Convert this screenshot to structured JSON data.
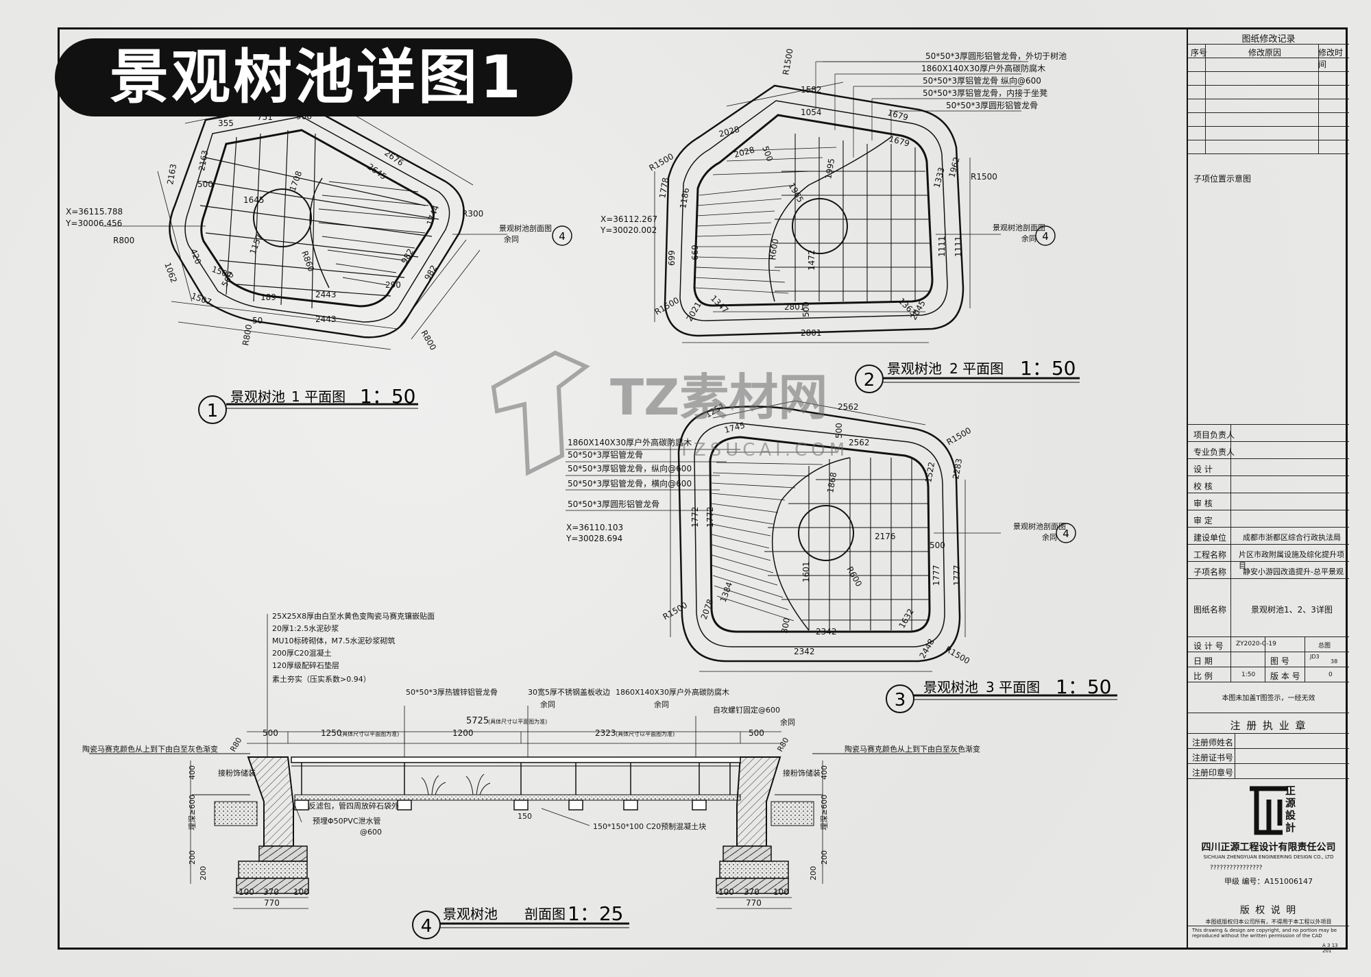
{
  "title": "景观树池详图1",
  "plans": [
    {
      "num": "1",
      "label": "景观树池",
      "sub": "1 平面图",
      "scale": "1：50",
      "coord_x": "X=36115.788",
      "coord_y": "Y=30006.456",
      "dims": [
        "355",
        "751",
        "966",
        "2163",
        "2163",
        "2676",
        "2645",
        "500",
        "1645",
        "1708",
        "1157",
        "R860",
        "R300",
        "420",
        "1062",
        "1507",
        "1507",
        "500",
        "189",
        "2443",
        "2443",
        "290",
        "982",
        "982",
        "50",
        "R800",
        "R800",
        "R800",
        "1744"
      ]
    },
    {
      "num": "2",
      "label": "景观树池",
      "sub": "2 平面图",
      "scale": "1：50",
      "coord_x": "X=36112.267",
      "coord_y": "Y=30020.002",
      "dims": [
        "R1500",
        "1582",
        "1054",
        "2028",
        "2028",
        "1679",
        "1679",
        "500",
        "1965",
        "1995",
        "R1500",
        "1778",
        "1186",
        "699",
        "669",
        "R600",
        "1472",
        "1347",
        "2801",
        "2801",
        "2021",
        "500",
        "1363",
        "2045",
        "1111",
        "1111",
        "1333",
        "1962",
        "R1500",
        "R1500"
      ]
    },
    {
      "num": "3",
      "label": "景观树池",
      "sub": "3 平面图",
      "scale": "1：50",
      "coord_x": "X=36110.103",
      "coord_y": "Y=30028.694",
      "dims": [
        "1251",
        "1745",
        "2562",
        "2562",
        "500",
        "R1500",
        "1522",
        "2283",
        "1772",
        "1772",
        "1868",
        "2176",
        "500",
        "R600",
        "1777",
        "1777",
        "1601",
        "R1500",
        "2078",
        "1384",
        "300",
        "2342",
        "2342",
        "1632",
        "2448",
        "R1500"
      ]
    }
  ],
  "section": {
    "num": "4",
    "label": "景观树池",
    "sub": "剖面图",
    "scale": "1：25"
  },
  "callouts_plan2": [
    "50*50*3厚圆形铝管龙骨，外切于树池",
    "1860X140X30厚户外高碳防腐木",
    "50*50*3厚铝管龙骨 纵向@600",
    "50*50*3厚铝管龙骨，内接于坐凳",
    "50*50*3厚圆形铝管龙骨"
  ],
  "callouts_plan3": [
    "1860X140X30厚户外高碳防腐木",
    "50*50*3厚铝管龙骨",
    "50*50*3厚铝管龙骨，纵向@600",
    "50*50*3厚铝管龙骨，横向@600",
    "50*50*3厚圆形铝管龙骨"
  ],
  "side_ref": {
    "text": "景观树池剖面图",
    "sub": "余同",
    "num": "4"
  },
  "layers": [
    "25X25X8厚由白至水黄色变陶瓷马赛克镶嵌贴面",
    "20厚1:2.5水泥砂浆",
    "MU10标砖砌体，M7.5水泥砂浆砌筑",
    "200厚C20混凝土",
    "120厚级配碎石垫层",
    "素土夯实（压实系数>0.94）"
  ],
  "section_top": [
    "50*50*3厚热镀锌铝管龙骨",
    "30宽5厚不锈钢盖板收边",
    "1860X140X30厚户外高碳防腐木",
    "自攻螺钉固定@600"
  ],
  "section_sub": [
    "余同",
    "余同",
    "余同"
  ],
  "section_dims": {
    "total": "5725",
    "total_note": "(具体尺寸以平面图为准)",
    "a": "500",
    "b": "1250",
    "b_note": "(具体尺寸以平面图为准)",
    "c": "1200",
    "d": "2323",
    "d_note": "(具体尺寸以平面图为准)",
    "e": "500",
    "r1": "R80",
    "r2": "R80"
  },
  "section_left_note": "陶瓷马赛克颜色从上到下由白至灰色渐变",
  "section_right_note": "陶瓷马赛克颜色从上到下由白至灰色渐变",
  "section_side": [
    "接粉饰储装",
    "接粉饰储装"
  ],
  "section_notes": [
    "反滤包，管四周放碎石袋外",
    "预埋Φ50PVC泄水管",
    "@600",
    "150*150*100 C20预制混凝土块",
    "150"
  ],
  "section_vert": [
    "400",
    "埋深≥600",
    "200",
    "200",
    "400",
    "埋深≥600",
    "200",
    "200"
  ],
  "section_bottom": [
    "100",
    "370",
    "100",
    "770",
    "100",
    "370",
    "100",
    "770"
  ],
  "watermark": {
    "brand": "TZ素材网",
    "url": "TZSUCAI.COM"
  },
  "titleblock": {
    "revision_title": "图纸修改记录",
    "rev_cols": [
      "序号",
      "修改原因",
      "修改时间"
    ],
    "location": "子项位置示意图",
    "roles": [
      "项目负责人",
      "专业负责人",
      "设 计",
      "校 核",
      "审 核",
      "审 定"
    ],
    "info": [
      {
        "k": "建设单位",
        "v": "成都市浙都区综合行政执法局"
      },
      {
        "k": "工程名称",
        "v": "片区市政附属设施及综化提升项目"
      },
      {
        "k": "子项名称",
        "v": "静安小游园改造提升-总平景观"
      }
    ],
    "drawing_name_k": "图纸名称",
    "drawing_name_v": "景观树池1、2、3详图",
    "design_no_k": "设 计 号",
    "design_no_v": "ZY2020-C-19",
    "phase_v": "总图",
    "date_k": "日 期",
    "sheet_k": "图 号",
    "sheet_v": "JD3",
    "sheet_v2": "38",
    "ratio_k": "比 例",
    "ratio_v": "1:50",
    "ver_k": "版 本 号",
    "ver_v": "0",
    "note": "本图未加盖T图签示，一经无效",
    "seal_title": "注 册 执 业 章",
    "seal_rows": [
      "注册师姓名",
      "注册证书号",
      "注册印章号"
    ],
    "company_cn": "四川正源工程设计有限责任公司",
    "company_en": "SICHUAN ZHENGYUAN ENGINEERING DESIGN CO., LTD",
    "company_q": "????????????????",
    "grade": "甲级 编号：A151006147",
    "logo_text": [
      "正",
      "源",
      "設",
      "計"
    ],
    "copyright_title": "版 权 说 明",
    "copyright_cn": "本图纸版权归本公司所有，不得用于本工程以外项目",
    "copyright_en": "This drawing & design are copyright, and no portion may be reproduced without the written permission of the CAD",
    "footer": "A 3 13 201"
  }
}
